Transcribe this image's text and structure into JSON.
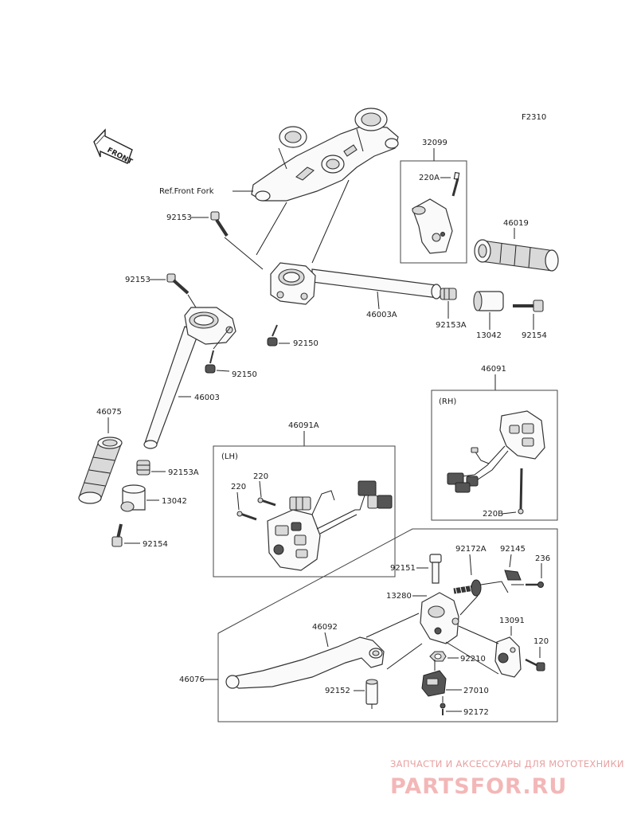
{
  "figure_code": "F2310",
  "front_label": "FRONT",
  "ref_label": "Ref.Front Fork",
  "group_labels": {
    "lh": "(LH)",
    "rh": "(RH)"
  },
  "parts": {
    "p32099": "32099",
    "p220A": "220A",
    "p46019": "46019",
    "p92153_top": "92153",
    "p92153_left": "92153",
    "p46003A": "46003A",
    "p92153A_right": "92153A",
    "p13042_right": "13042",
    "p92154_right": "92154",
    "p92150_mid": "92150",
    "p92150_left": "92150",
    "p46003": "46003",
    "p46091": "46091",
    "p220B": "220B",
    "p46075": "46075",
    "p92153A_left": "92153A",
    "p13042_left": "13042",
    "p92154_left": "92154",
    "p46091A": "46091A",
    "p220_a": "220",
    "p220_b": "220",
    "p92172A": "92172A",
    "p92145": "92145",
    "p236": "236",
    "p92151": "92151",
    "p13280": "13280",
    "p46092": "46092",
    "p13091": "13091",
    "p120": "120",
    "p92210": "92210",
    "p46076": "46076",
    "p92152": "92152",
    "p27010": "27010",
    "p92172": "92172"
  },
  "watermark": {
    "line1": "ЗАПЧАСТИ И АКСЕССУАРЫ ДЛЯ МОТОТЕХНИКИ",
    "line2": "PARTSFOR.RU"
  }
}
